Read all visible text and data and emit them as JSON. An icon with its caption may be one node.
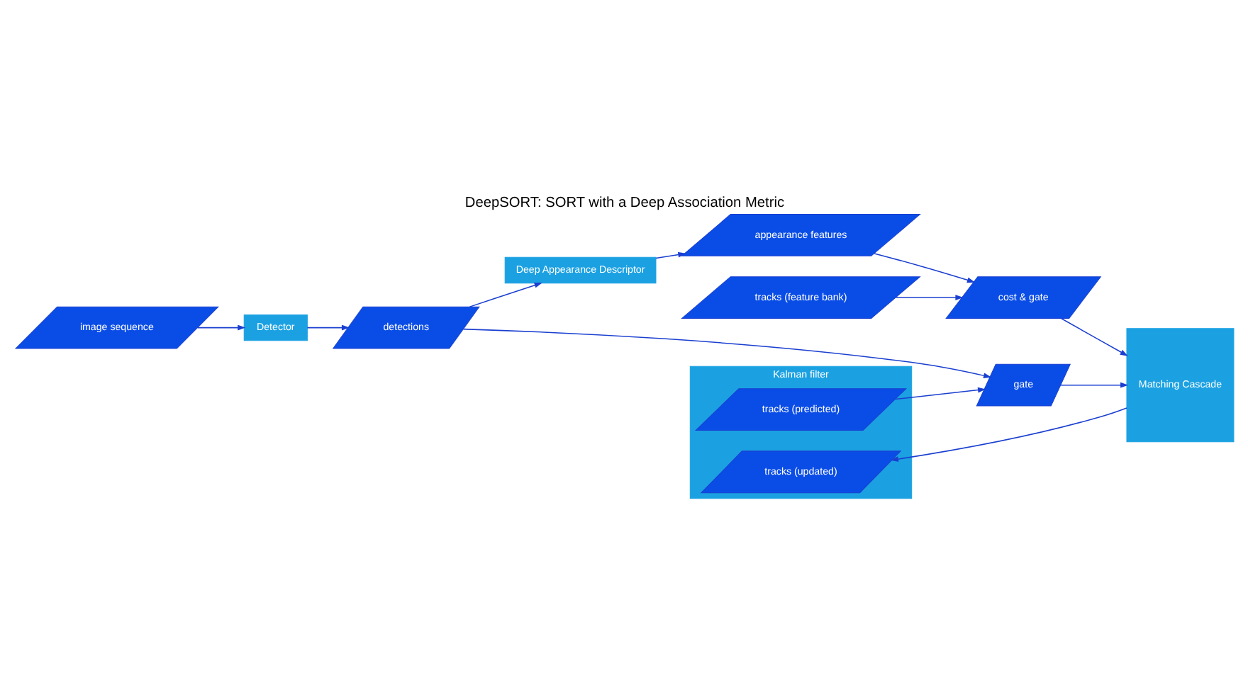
{
  "diagram": {
    "title": "DeepSORT: SORT with a Deep Association Metric",
    "nodes": [
      {
        "text": [
          "image sequence"
        ]
      },
      {
        "text": [
          "Detector"
        ]
      },
      {
        "text": [
          "detections"
        ]
      },
      {
        "text": [
          "Deep Appearance Descriptor"
        ]
      },
      {
        "text": [
          "appearance features"
        ]
      },
      {
        "text": [
          "cost & gate"
        ]
      },
      {
        "text": [
          "tracks (feature bank)"
        ]
      },
      {
        "text": [
          "Matching Cascade"
        ]
      },
      {
        "text": [
          "gate"
        ]
      },
      {
        "text": [
          "Kalman filter"
        ]
      },
      {
        "text": [
          "tracks (predicted)"
        ],
        "in": 9
      },
      {
        "text": [
          "tracks (updated)"
        ],
        "in": 9
      }
    ],
    "edges": [
      {
        "from": 0,
        "to": 1,
        "arrow": "to"
      },
      {
        "from": 1,
        "to": 2,
        "arrow": "to"
      },
      {
        "from": 2,
        "to": 3,
        "arrow": "to"
      },
      {
        "from": 2,
        "to": 8,
        "arrow": "to"
      },
      {
        "from": 3,
        "to": 4,
        "arrow": "to"
      },
      {
        "from": 4,
        "to": 5,
        "arrow": "to"
      },
      {
        "from": 6,
        "to": 5,
        "arrow": "to"
      },
      {
        "from": 5,
        "to": 7,
        "arrow": "to"
      },
      {
        "from": 8,
        "to": 7,
        "arrow": "to"
      },
      {
        "from": 10,
        "to": 8,
        "arrow": "to"
      },
      {
        "from": 7,
        "to": 11,
        "arrow": "to"
      }
    ]
  }
}
